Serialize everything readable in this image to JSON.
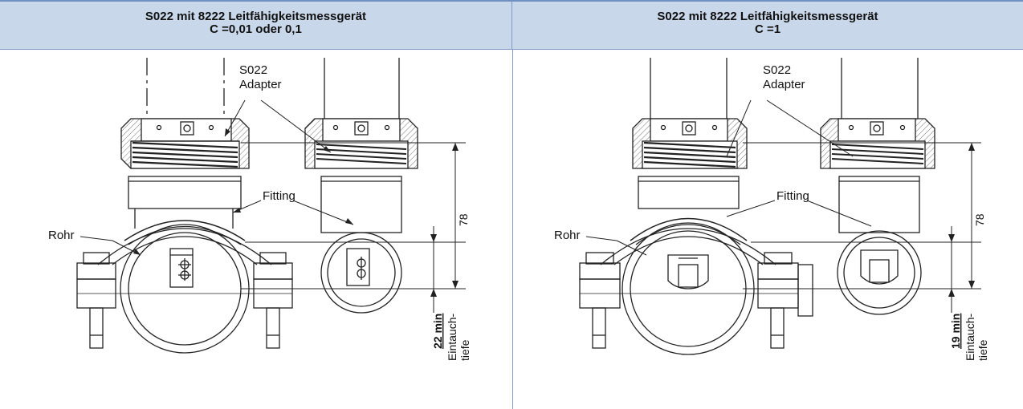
{
  "panels": [
    {
      "header_line1": "S022 mit 8222 Leitfähigkeitsmessgerät",
      "header_line2": "C =0,01 oder 0,1",
      "label_s022": "S022",
      "label_adapter": "Adapter",
      "label_fitting": "Fitting",
      "label_rohr": "Rohr",
      "dim_height": "78",
      "dim_depth": "22 min",
      "label_eintauch": "Eintauch-",
      "label_tiefe": "tiefe"
    },
    {
      "header_line1": "S022 mit 8222 Leitfähigkeitsmessgerät",
      "header_line2": "C =1",
      "label_s022": "S022",
      "label_adapter": "Adapter",
      "label_fitting": "Fitting",
      "label_rohr": "Rohr",
      "dim_height": "78",
      "dim_depth": "19 min",
      "label_eintauch": "Eintauch-",
      "label_tiefe": "tiefe"
    }
  ]
}
